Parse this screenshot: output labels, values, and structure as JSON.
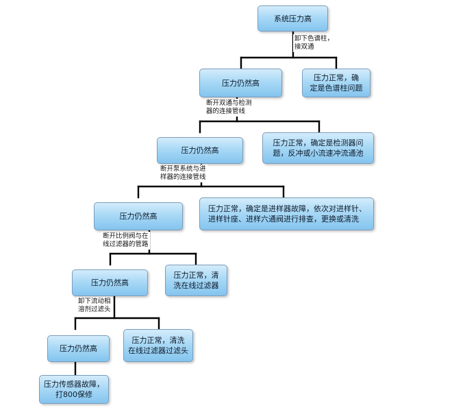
{
  "nodes": {
    "n1": "系统压力高",
    "n2": "压力仍然高",
    "n3": "压力正常，确\n定是色谱柱问题",
    "n4": "压力仍然高",
    "n5": "压力正常，确定是检测器问\n题，反冲或小流速冲流通池",
    "n6": "压力仍然高",
    "n7": "压力正常，确定是进样器故障，依次对进样针、\n进样针座、进样六通阀进行排查，更换或清洗",
    "n8": "压力仍然高",
    "n9": "压力正常，清\n洗在线过滤器",
    "n10": "压力仍然高",
    "n11": "压力正常，清洗\n在线过滤器过滤头",
    "n12": "压力传感器故障，\n打800保修"
  },
  "labels": {
    "l1": "卸下色谱柱，\n接双通",
    "l2": "断开双通与检测\n器的连接管线",
    "l3": "断开泵系统与进\n样器的连接管线",
    "l4": "断开比例阀与在\n线过滤器的管路",
    "l5": "卸下流动相\n溶剂过滤头"
  }
}
